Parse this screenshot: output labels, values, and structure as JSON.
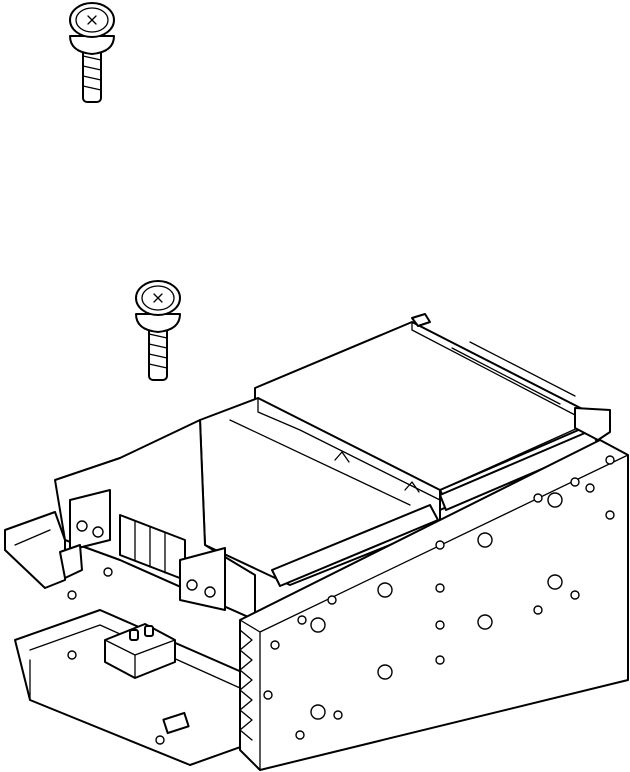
{
  "diagram": {
    "parts": [
      {
        "id": "screw-1",
        "icon": "screw-icon"
      },
      {
        "id": "screw-2",
        "icon": "screw-icon"
      },
      {
        "id": "battery-pack-assembly",
        "icon": "battery-pack-icon"
      }
    ],
    "colors": {
      "line": "#000000",
      "background": "#ffffff"
    }
  }
}
